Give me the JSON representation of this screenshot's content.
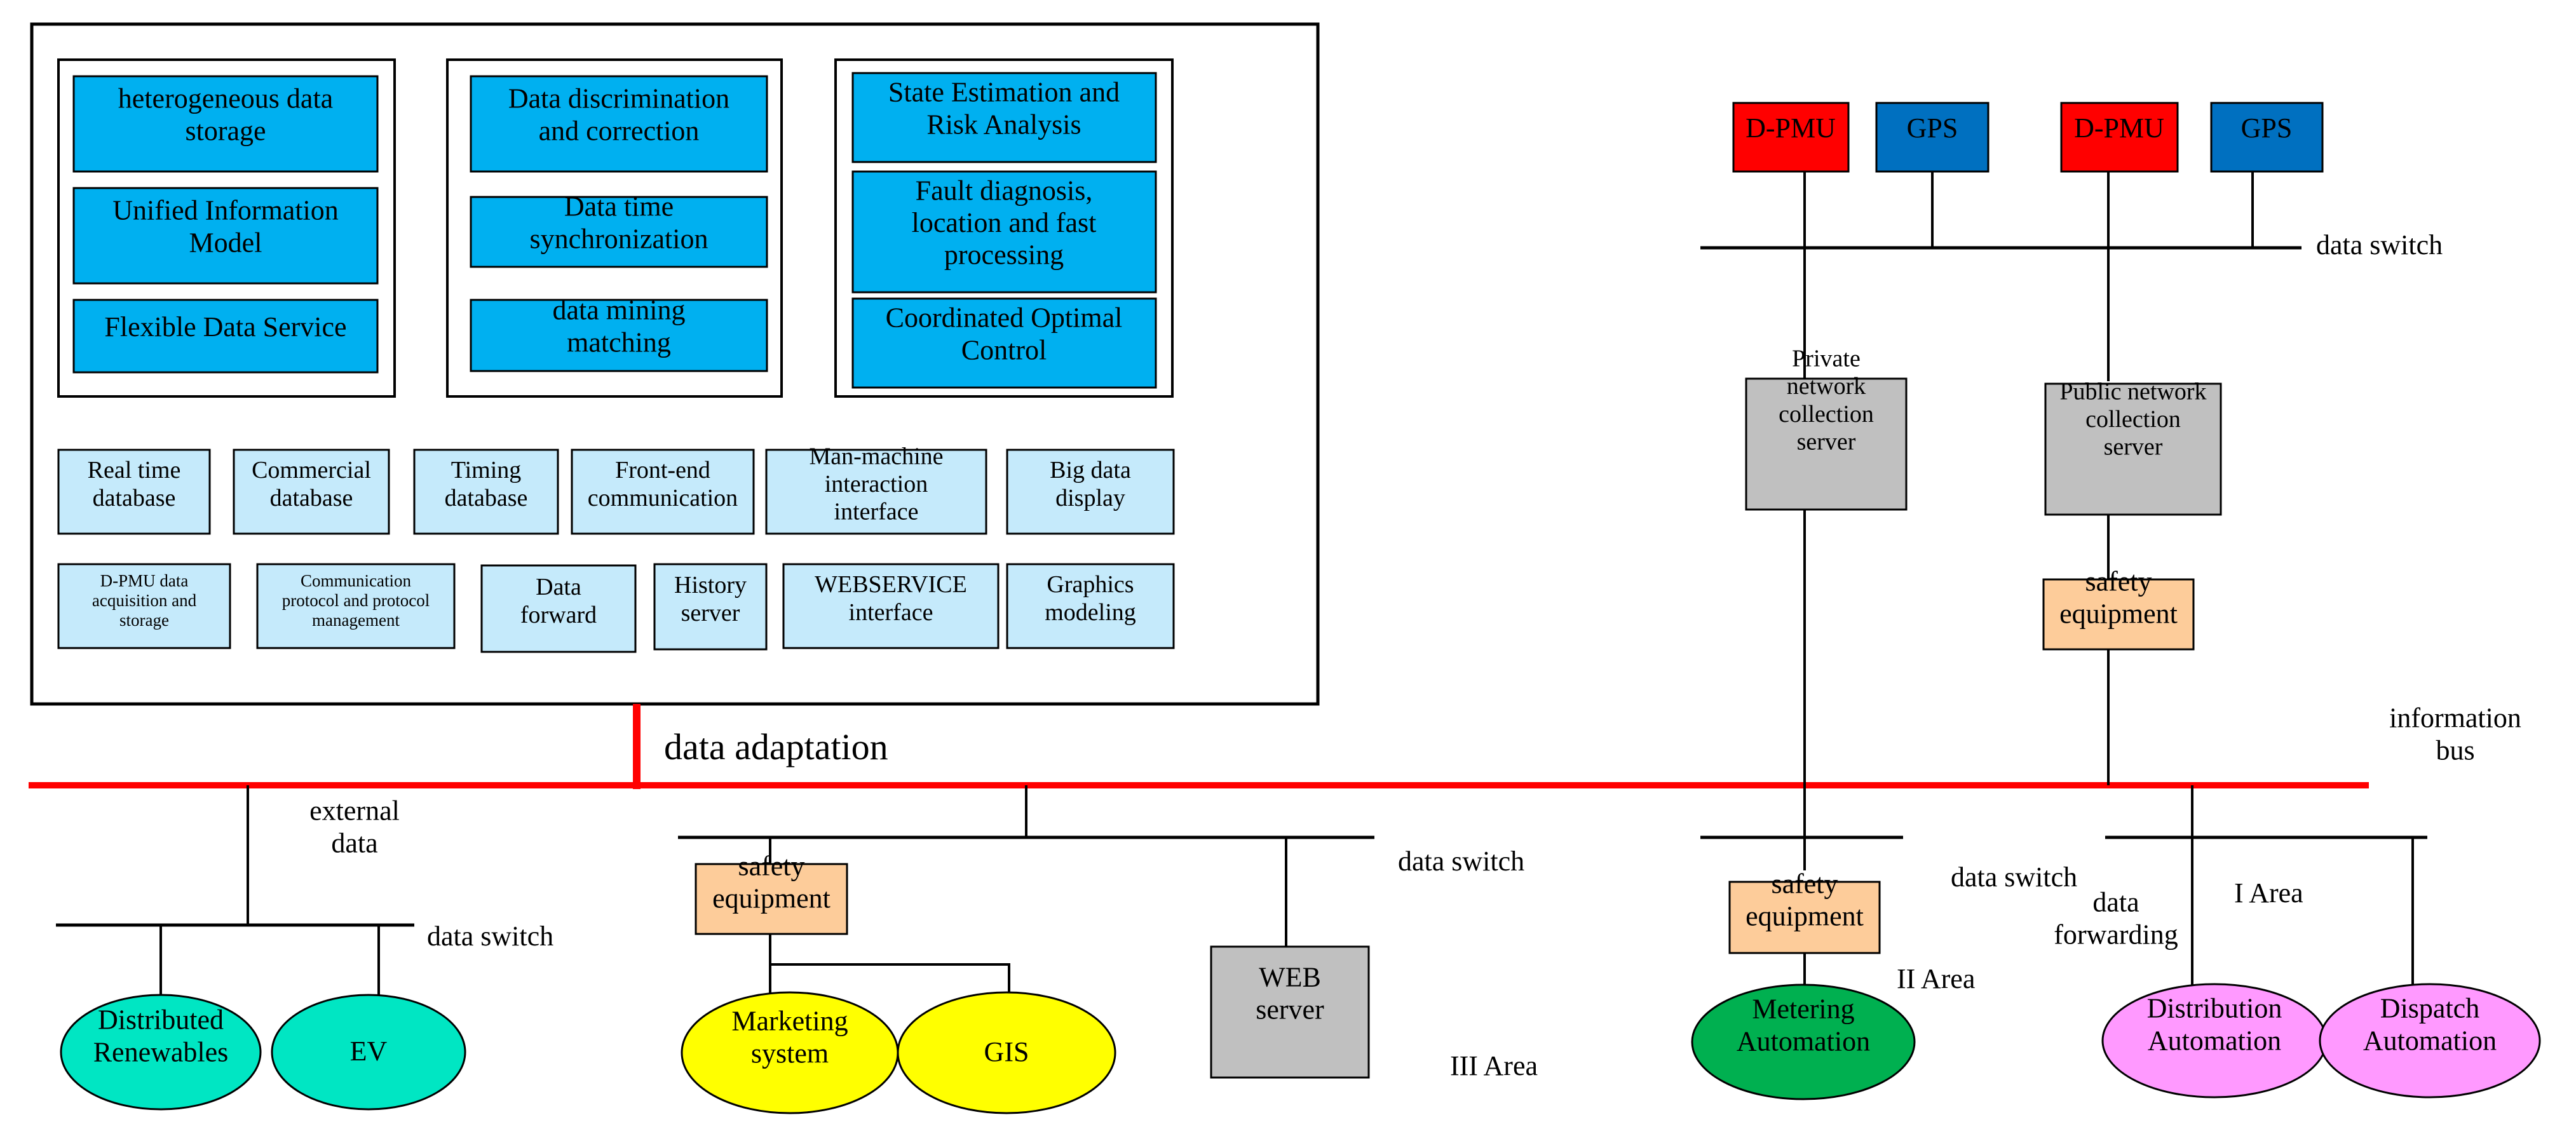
{
  "colors": {
    "module_blue": "#00b0f0",
    "light_blue": "#c5eafb",
    "pmu_red": "#ff0000",
    "gps_blue": "#0070c0",
    "server_gray": "#c0c0c0",
    "safety_orange": "#fdcc9a",
    "bus_red": "#ff0000",
    "teal": "#00e6c3",
    "yellow": "#ffff00",
    "green": "#00b050",
    "pink": "#ff99ff"
  },
  "platform": {
    "group1": [
      "heterogeneous data\nstorage",
      "Unified Information\nModel",
      "Flexible Data Service"
    ],
    "group2": [
      "Data discrimination\nand correction",
      "Data time\nsynchronization",
      "data mining\nmatching"
    ],
    "group3": [
      "State Estimation and\nRisk Analysis",
      "Fault diagnosis,\nlocation and fast\nprocessing",
      "Coordinated Optimal\nControl"
    ],
    "row1": [
      "Real time\ndatabase",
      "Commercial\ndatabase",
      "Timing\ndatabase",
      "Front-end\ncommunication",
      "Man-machine\ninteraction\ninterface",
      "Big data\ndisplay"
    ],
    "row2": [
      "D-PMU data\nacquisition and\nstorage",
      "Communication\nprotocol and protocol\nmanagement",
      "Data\nforward",
      "History\nserver",
      "WEBSERVICE\ninterface",
      "Graphics\nmodeling"
    ]
  },
  "bus": {
    "adaptation_label": "data adaptation",
    "info_label": "information\nbus"
  },
  "field": {
    "pmu_a": "D-PMU",
    "gps_a": "GPS",
    "pmu_b": "D-PMU",
    "gps_b": "GPS",
    "switch_top": "data switch",
    "private_server": "Private\nnetwork\ncollection\nserver",
    "public_server": "Public network\ncollection\nserver",
    "safety_top": "safety\nequipment"
  },
  "areas": {
    "external_data": "external\ndata",
    "switch_ext": "data switch",
    "distributed": "Distributed\nRenewables",
    "ev": "EV",
    "safety_iii": "safety\nequipment",
    "marketing": "Marketing\nsystem",
    "gis": "GIS",
    "web": "WEB\nserver",
    "switch_iii": "data switch",
    "area_iii": "III Area",
    "switch_ii": "data switch",
    "safety_ii": "safety\nequipment",
    "area_ii": "II Area",
    "metering": "Metering\nAutomation",
    "data_forwarding": "data\nforwarding",
    "area_i": "I Area",
    "distribution": "Distribution\nAutomation",
    "dispatch": "Dispatch\nAutomation"
  }
}
